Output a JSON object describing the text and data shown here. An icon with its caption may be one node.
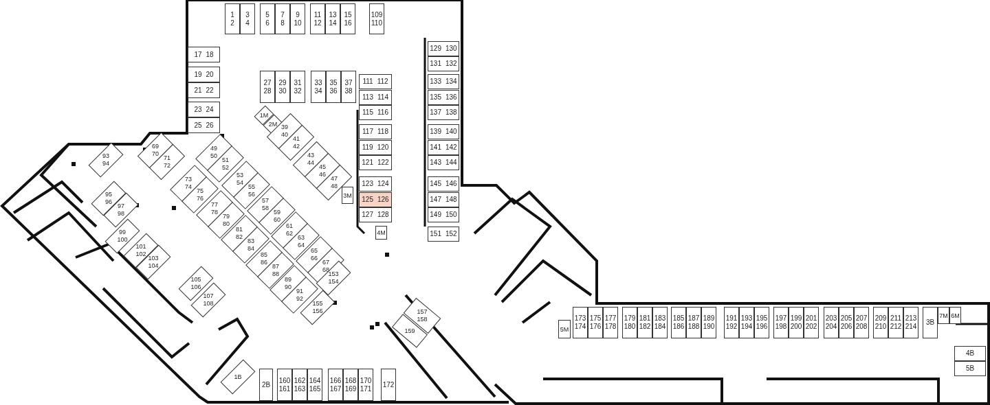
{
  "diagram": {
    "nodes": [
      {
        "text": [
          "1",
          "2"
        ]
      },
      {
        "text": [
          "3",
          "4"
        ]
      },
      {
        "text": [
          "5",
          "6"
        ]
      },
      {
        "text": [
          "7",
          "8"
        ]
      },
      {
        "text": [
          "9",
          "10"
        ]
      },
      {
        "text": [
          "11",
          "12"
        ]
      },
      {
        "text": [
          "13",
          "14"
        ]
      },
      {
        "text": [
          "15",
          "16"
        ]
      },
      {
        "text": [
          "109",
          "110"
        ]
      },
      {
        "text": [
          "17",
          "18"
        ]
      },
      {
        "text": [
          "19",
          "20"
        ]
      },
      {
        "text": [
          "21",
          "22"
        ]
      },
      {
        "text": [
          "23",
          "24"
        ]
      },
      {
        "text": [
          "25",
          "26"
        ]
      },
      {
        "text": [
          "27",
          "28"
        ]
      },
      {
        "text": [
          "29",
          "30"
        ]
      },
      {
        "text": [
          "31",
          "32"
        ]
      },
      {
        "text": [
          "33",
          "34"
        ]
      },
      {
        "text": [
          "35",
          "36"
        ]
      },
      {
        "text": [
          "37",
          "38"
        ]
      },
      {
        "text": [
          "111",
          "112"
        ]
      },
      {
        "text": [
          "113",
          "114"
        ]
      },
      {
        "text": [
          "115",
          "116"
        ]
      },
      {
        "text": [
          "117",
          "118"
        ]
      },
      {
        "text": [
          "119",
          "120"
        ]
      },
      {
        "text": [
          "121",
          "122"
        ]
      },
      {
        "text": [
          "123",
          "124"
        ]
      },
      {
        "text": [
          "125",
          "126"
        ]
      },
      {
        "text": [
          "127",
          "128"
        ]
      },
      {
        "text": [
          "3M"
        ]
      },
      {
        "text": [
          "4M"
        ]
      },
      {
        "text": [
          "129",
          "130"
        ]
      },
      {
        "text": [
          "131",
          "132"
        ]
      },
      {
        "text": [
          "133",
          "134"
        ]
      },
      {
        "text": [
          "135",
          "136"
        ]
      },
      {
        "text": [
          "137",
          "138"
        ]
      },
      {
        "text": [
          "139",
          "140"
        ]
      },
      {
        "text": [
          "141",
          "142"
        ]
      },
      {
        "text": [
          "143",
          "144"
        ]
      },
      {
        "text": [
          "145",
          "146"
        ]
      },
      {
        "text": [
          "147",
          "148"
        ]
      },
      {
        "text": [
          "149",
          "150"
        ]
      },
      {
        "text": [
          "151",
          "152"
        ]
      },
      {
        "text": [
          "1M"
        ]
      },
      {
        "text": [
          "2M"
        ]
      },
      {
        "text": [
          "39",
          "40"
        ]
      },
      {
        "text": [
          "41",
          "42"
        ]
      },
      {
        "text": [
          "43",
          "44"
        ]
      },
      {
        "text": [
          "45",
          "46"
        ]
      },
      {
        "text": [
          "47",
          "48"
        ]
      },
      {
        "text": [
          "69",
          "70"
        ]
      },
      {
        "text": [
          "71",
          "72"
        ]
      },
      {
        "text": [
          "49",
          "50"
        ]
      },
      {
        "text": [
          "51",
          "52"
        ]
      },
      {
        "text": [
          "53",
          "54"
        ]
      },
      {
        "text": [
          "55",
          "56"
        ]
      },
      {
        "text": [
          "57",
          "58"
        ]
      },
      {
        "text": [
          "59",
          "60"
        ]
      },
      {
        "text": [
          "61",
          "62"
        ]
      },
      {
        "text": [
          "63",
          "64"
        ]
      },
      {
        "text": [
          "65",
          "66"
        ]
      },
      {
        "text": [
          "67",
          "68"
        ]
      },
      {
        "text": [
          "73",
          "74"
        ]
      },
      {
        "text": [
          "75",
          "76"
        ]
      },
      {
        "text": [
          "77",
          "78"
        ]
      },
      {
        "text": [
          "79",
          "80"
        ]
      },
      {
        "text": [
          "81",
          "82"
        ]
      },
      {
        "text": [
          "83",
          "84"
        ]
      },
      {
        "text": [
          "85",
          "86"
        ]
      },
      {
        "text": [
          "87",
          "88"
        ]
      },
      {
        "text": [
          "89",
          "90"
        ]
      },
      {
        "text": [
          "91",
          "92"
        ]
      },
      {
        "text": [
          "153",
          "154"
        ]
      },
      {
        "text": [
          "155",
          "156"
        ]
      },
      {
        "text": [
          "93",
          "94"
        ]
      },
      {
        "text": [
          "95",
          "96"
        ]
      },
      {
        "text": [
          "97",
          "98"
        ]
      },
      {
        "text": [
          "99",
          "100"
        ]
      },
      {
        "text": [
          "101",
          "102"
        ]
      },
      {
        "text": [
          "103",
          "104"
        ]
      },
      {
        "text": [
          "105",
          "106"
        ]
      },
      {
        "text": [
          "107",
          "108"
        ]
      },
      {
        "text": [
          "157",
          "158"
        ]
      },
      {
        "text": [
          "159"
        ]
      },
      {
        "text": [
          "1B"
        ]
      },
      {
        "text": [
          "2B"
        ]
      },
      {
        "text": [
          "160",
          "161"
        ]
      },
      {
        "text": [
          "162",
          "163"
        ]
      },
      {
        "text": [
          "164",
          "165"
        ]
      },
      {
        "text": [
          "166",
          "167"
        ]
      },
      {
        "text": [
          "168",
          "169"
        ]
      },
      {
        "text": [
          "170",
          "171"
        ]
      },
      {
        "text": [
          "172"
        ]
      },
      {
        "text": [
          "5M"
        ]
      },
      {
        "text": [
          "173",
          "174"
        ]
      },
      {
        "text": [
          "175",
          "176"
        ]
      },
      {
        "text": [
          "177",
          "178"
        ]
      },
      {
        "text": [
          "179",
          "180"
        ]
      },
      {
        "text": [
          "181",
          "182"
        ]
      },
      {
        "text": [
          "183",
          "184"
        ]
      },
      {
        "text": [
          "185",
          "186"
        ]
      },
      {
        "text": [
          "187",
          "188"
        ]
      },
      {
        "text": [
          "189",
          "190"
        ]
      },
      {
        "text": [
          "191",
          "192"
        ]
      },
      {
        "text": [
          "193",
          "194"
        ]
      },
      {
        "text": [
          "195",
          "196"
        ]
      },
      {
        "text": [
          "197",
          "198"
        ]
      },
      {
        "text": [
          "199",
          "200"
        ]
      },
      {
        "text": [
          "201",
          "202"
        ]
      },
      {
        "text": [
          "203",
          "204"
        ]
      },
      {
        "text": [
          "205",
          "206"
        ]
      },
      {
        "text": [
          "207",
          "208"
        ]
      },
      {
        "text": [
          "209",
          "210"
        ]
      },
      {
        "text": [
          "211",
          "212"
        ]
      },
      {
        "text": [
          "213",
          "214"
        ]
      },
      {
        "text": [
          "3B"
        ]
      },
      {
        "text": [
          "7M"
        ]
      },
      {
        "text": [
          "6M"
        ]
      },
      {
        "text": [
          "4B"
        ]
      },
      {
        "text": [
          "5B"
        ]
      }
    ]
  }
}
